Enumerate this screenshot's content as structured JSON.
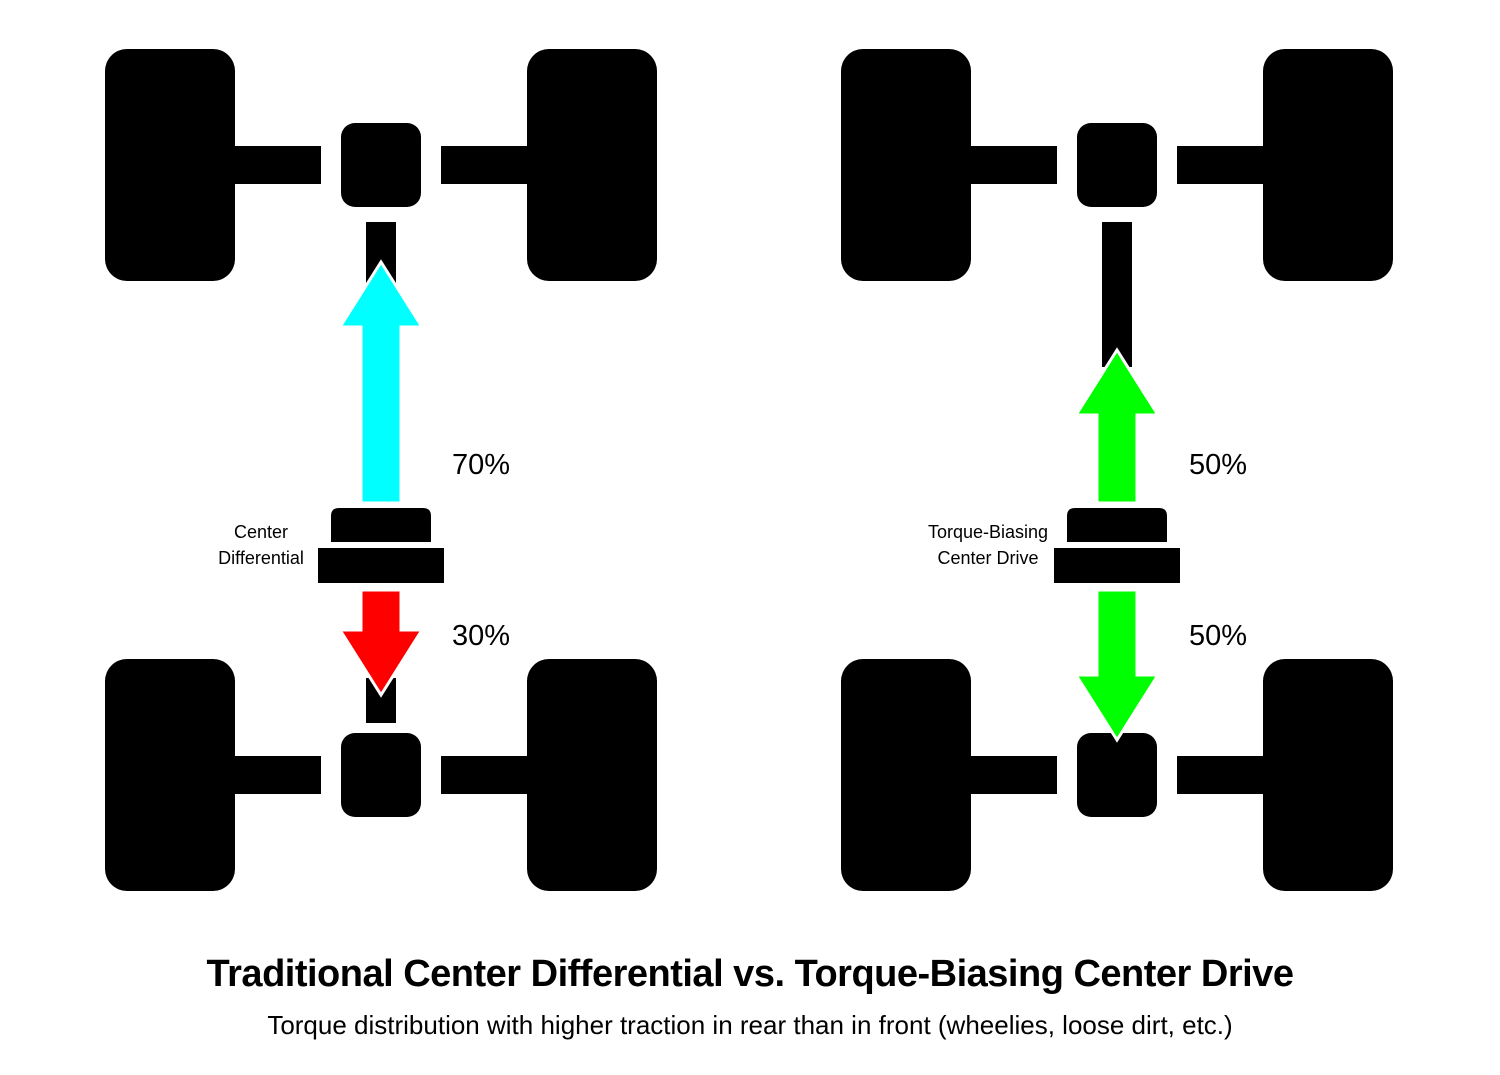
{
  "title": "Traditional Center Differential vs. Torque-Biasing Center Drive",
  "subtitle": "Torque distribution with higher traction in rear than in front (wheelies, loose dirt, etc.)",
  "left_drivetrain": {
    "center_label_line1": "Center",
    "center_label_line2": "Differential",
    "front_torque": "70%",
    "rear_torque": "30%",
    "front_arrow_color": "#00FFFF",
    "rear_arrow_color": "#FF0000"
  },
  "right_drivetrain": {
    "center_label_line1": "Torque-Biasing",
    "center_label_line2": "Center Drive",
    "front_torque": "50%",
    "rear_torque": "50%",
    "front_arrow_color": "#00FF00",
    "rear_arrow_color": "#00FF00"
  }
}
